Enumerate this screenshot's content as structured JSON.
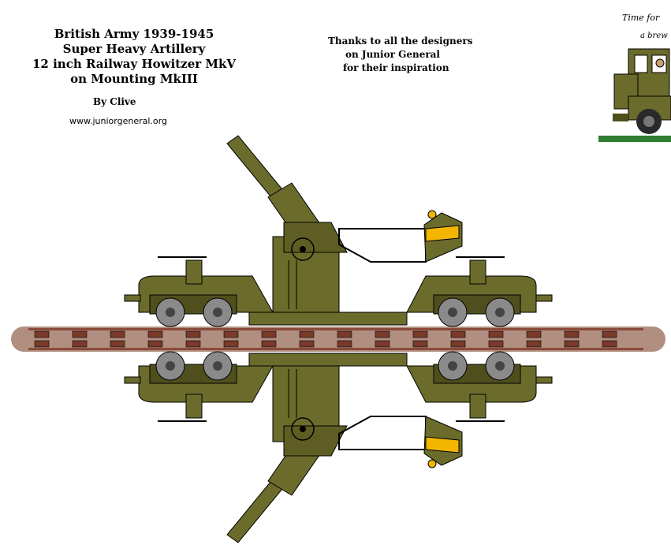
{
  "title": {
    "line1": "British Army 1939-1945",
    "line2": "Super Heavy Artillery",
    "line3": "12 inch Railway Howitzer MkV",
    "line4": "on Mounting MkIII"
  },
  "author": "By Clive",
  "website": "www.juniorgeneral.org",
  "thanks": {
    "line1": "Thanks to all the designers",
    "line2": "on Junior General",
    "line3": "for their inspiration"
  },
  "logo": {
    "line1": "Time for",
    "line2": "a brew"
  },
  "colors": {
    "olive": "#6b6b2c",
    "olive_dark": "#4f4f1e",
    "rail": "#8b4a3a",
    "ballast": "#b08f80",
    "sleeper": "#7a3a2a",
    "wheel": "#8a8a8a",
    "yellow": "#f2b600"
  }
}
